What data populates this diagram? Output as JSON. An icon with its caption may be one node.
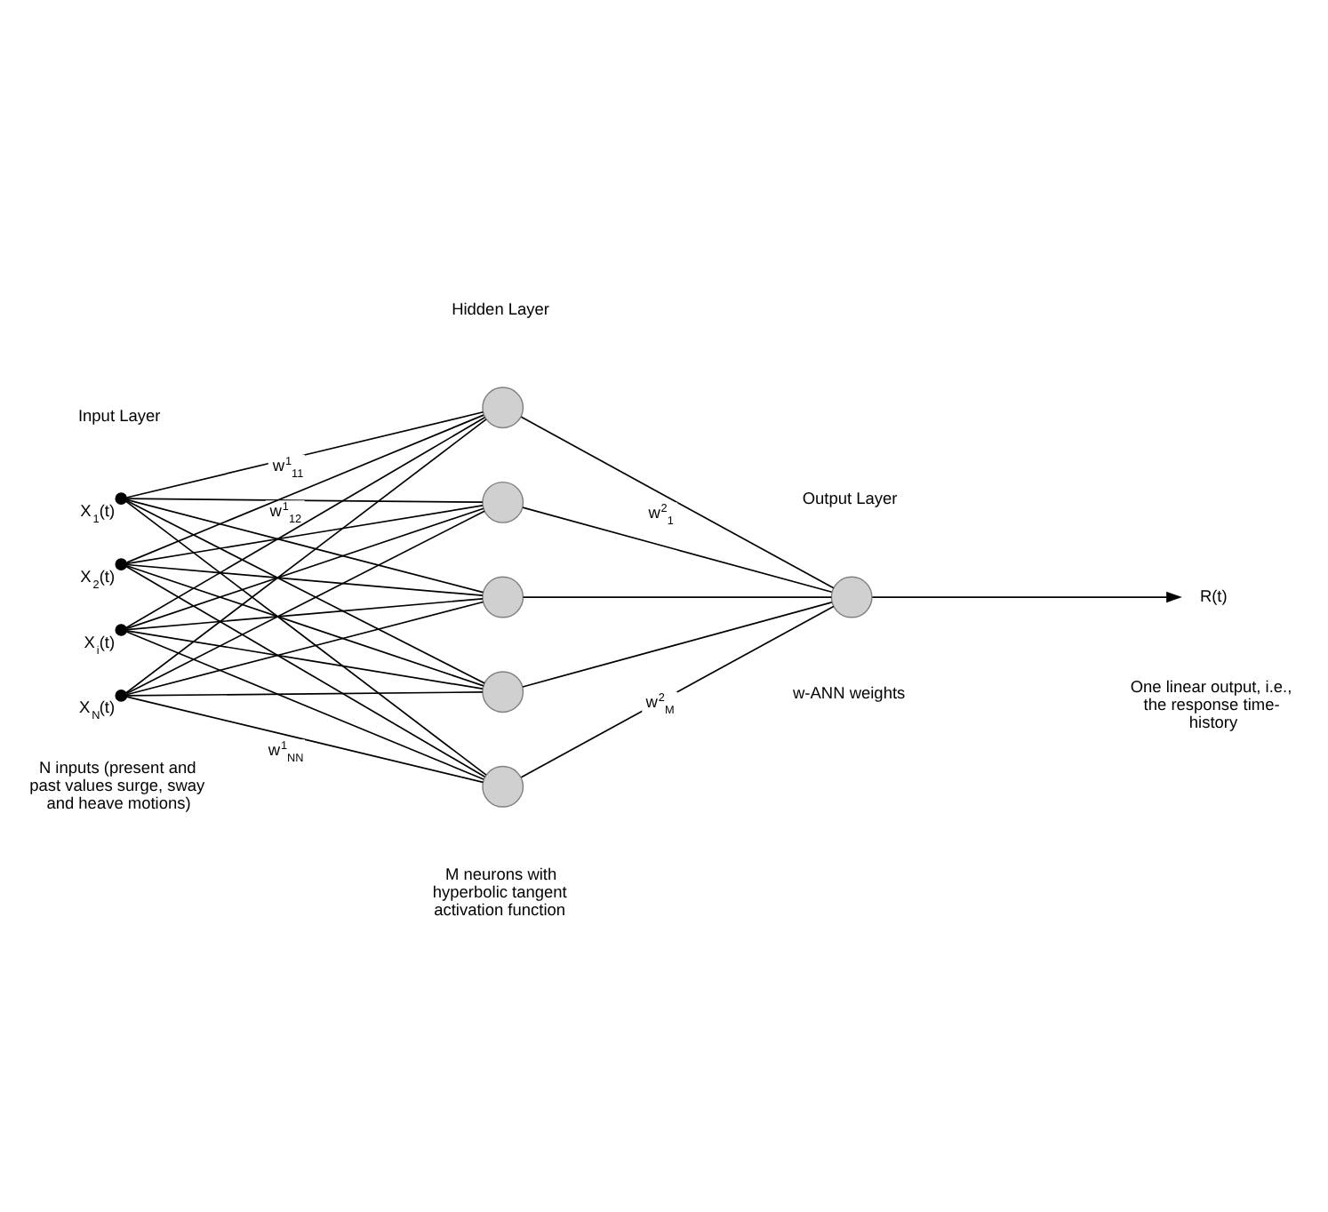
{
  "diagram": {
    "nodes": [
      {
        "text": [],
        "shape": "dot",
        "beside": [
          "X$_{1}$(t)"
        ]
      },
      {
        "text": [],
        "shape": "dot",
        "beside": [
          "X$_{2}$(t)"
        ]
      },
      {
        "text": [],
        "shape": "dot",
        "beside": [
          "X$_{i}$(t)"
        ]
      },
      {
        "text": [],
        "shape": "dot",
        "beside": [
          "X$_{N}$(t)"
        ]
      },
      {
        "text": [],
        "shape": "circle"
      },
      {
        "text": [],
        "shape": "circle"
      },
      {
        "text": [],
        "shape": "circle"
      },
      {
        "text": [],
        "shape": "circle"
      },
      {
        "text": [],
        "shape": "circle"
      },
      {
        "text": [],
        "shape": "circle"
      },
      {
        "text": [
          "R(t)"
        ]
      }
    ],
    "edges": [
      {
        "from": 0,
        "to": 4,
        "arrow": "none",
        "label": "w$^{1}$$_{11}$"
      },
      {
        "from": 0,
        "to": 5,
        "arrow": "none",
        "label": "w$^{1}$$_{12}$"
      },
      {
        "from": 0,
        "to": 6,
        "arrow": "none"
      },
      {
        "from": 0,
        "to": 7,
        "arrow": "none"
      },
      {
        "from": 0,
        "to": 8,
        "arrow": "none"
      },
      {
        "from": 1,
        "to": 4,
        "arrow": "none"
      },
      {
        "from": 1,
        "to": 5,
        "arrow": "none"
      },
      {
        "from": 1,
        "to": 6,
        "arrow": "none"
      },
      {
        "from": 1,
        "to": 7,
        "arrow": "none"
      },
      {
        "from": 1,
        "to": 8,
        "arrow": "none"
      },
      {
        "from": 2,
        "to": 4,
        "arrow": "none"
      },
      {
        "from": 2,
        "to": 5,
        "arrow": "none"
      },
      {
        "from": 2,
        "to": 6,
        "arrow": "none"
      },
      {
        "from": 2,
        "to": 7,
        "arrow": "none"
      },
      {
        "from": 2,
        "to": 8,
        "arrow": "none"
      },
      {
        "from": 3,
        "to": 4,
        "arrow": "none"
      },
      {
        "from": 3,
        "to": 5,
        "arrow": "none"
      },
      {
        "from": 3,
        "to": 6,
        "arrow": "none"
      },
      {
        "from": 3,
        "to": 7,
        "arrow": "none"
      },
      {
        "from": 3,
        "to": 8,
        "arrow": "none",
        "label": "w$^{1}$$_{NN}$"
      },
      {
        "from": 4,
        "to": 9,
        "arrow": "none",
        "label": "w$^{2}$$_{1}$"
      },
      {
        "from": 5,
        "to": 9,
        "arrow": "none"
      },
      {
        "from": 6,
        "to": 9,
        "arrow": "none"
      },
      {
        "from": 7,
        "to": 9,
        "arrow": "none"
      },
      {
        "from": 8,
        "to": 9,
        "arrow": "none",
        "label": "w$^{2}$$_{M}$"
      },
      {
        "from": 9,
        "to": 10,
        "arrow": "to"
      }
    ],
    "labels": [
      "Input Layer",
      "Hidden Layer",
      "Output Layer",
      "One linear output, i.e., the response time-history",
      "w-ANN weights",
      "N inputs (present and past values surge, sway and heave motions)",
      "M neurons with hyperbolic tangent activation function"
    ]
  }
}
